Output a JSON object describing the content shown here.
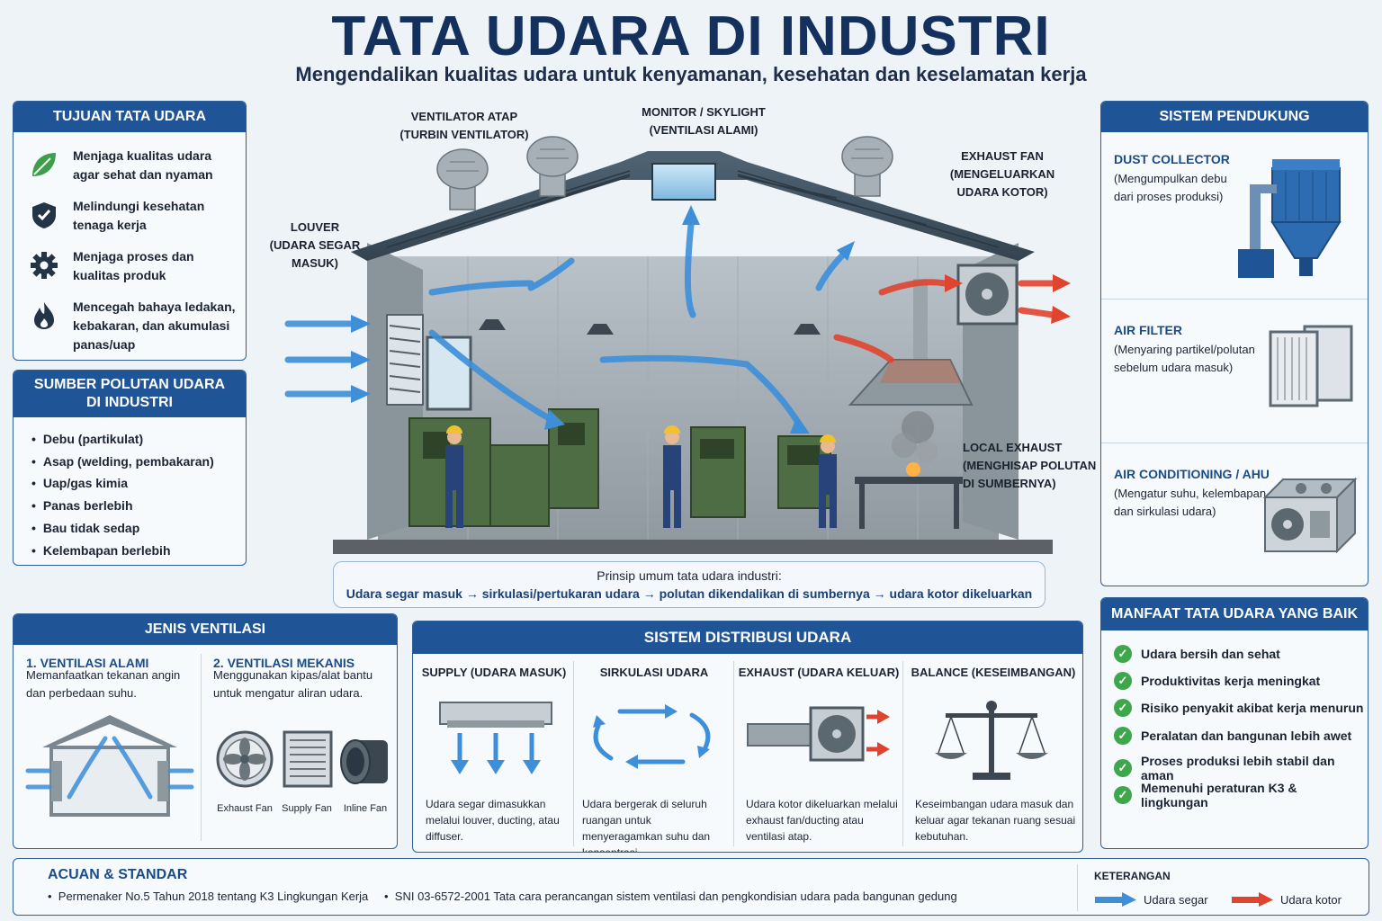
{
  "title": "TATA UDARA DI INDUSTRI",
  "subtitle": "Mengendalikan kualitas udara untuk kenyamanan, kesehatan dan keselamatan kerja",
  "tujuan": {
    "header": "TUJUAN TATA UDARA",
    "items": [
      {
        "icon": "leaf-icon",
        "text": "Menjaga kualitas udara agar sehat dan nyaman"
      },
      {
        "icon": "shield-icon",
        "text": "Melindungi kesehatan tenaga kerja"
      },
      {
        "icon": "gear-icon",
        "text": "Menjaga proses dan kualitas produk"
      },
      {
        "icon": "flame-icon",
        "text": "Mencegah bahaya ledakan, kebakaran, dan akumulasi panas/uap"
      }
    ]
  },
  "sumber": {
    "header": "SUMBER POLUTAN UDARA DI INDUSTRI",
    "items": [
      "Debu (partikulat)",
      "Asap (welding, pembakaran)",
      "Uap/gas kimia",
      "Panas berlebih",
      "Bau tidak sedap",
      "Kelembapan berlebih"
    ]
  },
  "diagram_labels": {
    "ventilator": [
      "VENTILATOR ATAP",
      "(TURBIN VENTILATOR)"
    ],
    "monitor": [
      "MONITOR / SKYLIGHT",
      "(VENTILASI ALAMI)"
    ],
    "exhaust_fan": [
      "EXHAUST FAN",
      "(MENGELUARKAN",
      "UDARA KOTOR)"
    ],
    "louver": [
      "LOUVER",
      "(UDARA SEGAR",
      "MASUK)"
    ],
    "local_exhaust": [
      "LOCAL EXHAUST",
      "(MENGHISAP POLUTAN",
      "DI SUMBERNYA)"
    ]
  },
  "prinsip": {
    "title": "Prinsip umum tata udara industri:",
    "text": "Udara segar masuk → sirkulasi/pertukaran udara → polutan dikendalikan di sumbernya → udara kotor dikeluarkan"
  },
  "pendukung": {
    "header": "SISTEM PENDUKUNG",
    "items": [
      {
        "title": "DUST COLLECTOR",
        "desc": "(Mengumpulkan debu dari proses produksi)"
      },
      {
        "title": "AIR FILTER",
        "desc": "(Menyaring partikel/polutan sebelum udara masuk)"
      },
      {
        "title": "AIR CONDITIONING / AHU",
        "desc": "(Mengatur suhu, kelembapan, dan sirkulasi udara)"
      }
    ]
  },
  "jenis": {
    "header": "JENIS VENTILASI",
    "alami_title": "1. VENTILASI ALAMI",
    "alami_desc": "Memanfaatkan tekanan angin dan perbedaan suhu.",
    "mekanis_title": "2. VENTILASI MEKANIS",
    "mekanis_desc": "Menggunakan kipas/alat bantu untuk mengatur aliran udara.",
    "fans": [
      "Exhaust Fan",
      "Supply Fan",
      "Inline Fan"
    ]
  },
  "distribusi": {
    "header": "SISTEM DISTRIBUSI UDARA",
    "cols": [
      {
        "title": "SUPPLY (UDARA MASUK)",
        "desc": "Udara segar dimasukkan melalui louver, ducting, atau diffuser."
      },
      {
        "title": "SIRKULASI UDARA",
        "desc": "Udara bergerak di seluruh ruangan untuk menyeragamkan suhu dan konsentrasi."
      },
      {
        "title": "EXHAUST (UDARA KELUAR)",
        "desc": "Udara kotor dikeluarkan melalui exhaust fan/ducting atau ventilasi atap."
      },
      {
        "title": "BALANCE (KESEIMBANGAN)",
        "desc": "Keseimbangan udara masuk dan keluar agar tekanan ruang sesuai kebutuhan."
      }
    ]
  },
  "manfaat": {
    "header": "MANFAAT TATA UDARA YANG BAIK",
    "items": [
      "Udara bersih dan sehat",
      "Produktivitas kerja meningkat",
      "Risiko penyakit akibat kerja menurun",
      "Peralatan dan bangunan lebih awet",
      "Proses produksi lebih stabil dan aman",
      "Memenuhi peraturan K3 & lingkungan"
    ]
  },
  "acuan": {
    "header": "ACUAN & STANDAR",
    "items": [
      "Permenaker No.5 Tahun 2018 tentang K3 Lingkungan Kerja",
      "SNI 03-6572-2001 Tata cara perancangan sistem ventilasi dan pengkondisian udara pada bangunan gedung"
    ]
  },
  "keterangan": {
    "header": "KETERANGAN",
    "fresh": "Udara segar",
    "dirty": "Udara kotor",
    "fresh_color": "#3d8fd9",
    "dirty_color": "#e0442f"
  }
}
